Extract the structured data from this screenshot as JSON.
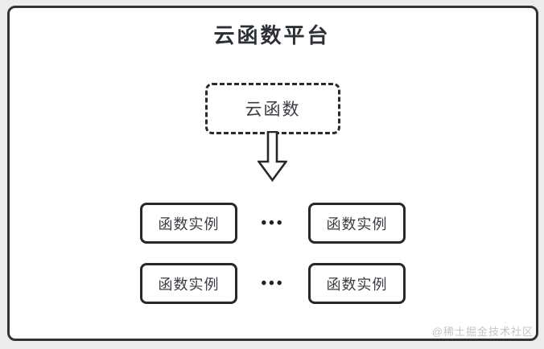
{
  "title": "云函数平台",
  "cloud_box": {
    "label": "云函数"
  },
  "dots": "•••",
  "instances": [
    {
      "label": "函数实例"
    },
    {
      "label": "函数实例"
    },
    {
      "label": "函数实例"
    },
    {
      "label": "函数实例"
    }
  ],
  "watermark": "@稀土掘金技术社区",
  "colors": {
    "page_background": "#ececec",
    "panel_background": "#ffffff",
    "frame_border": "#333333",
    "node_border": "#26282b",
    "title_text": "#2d3035",
    "node_text": "#3a3d42",
    "watermark_text": "#c4c4c4"
  }
}
